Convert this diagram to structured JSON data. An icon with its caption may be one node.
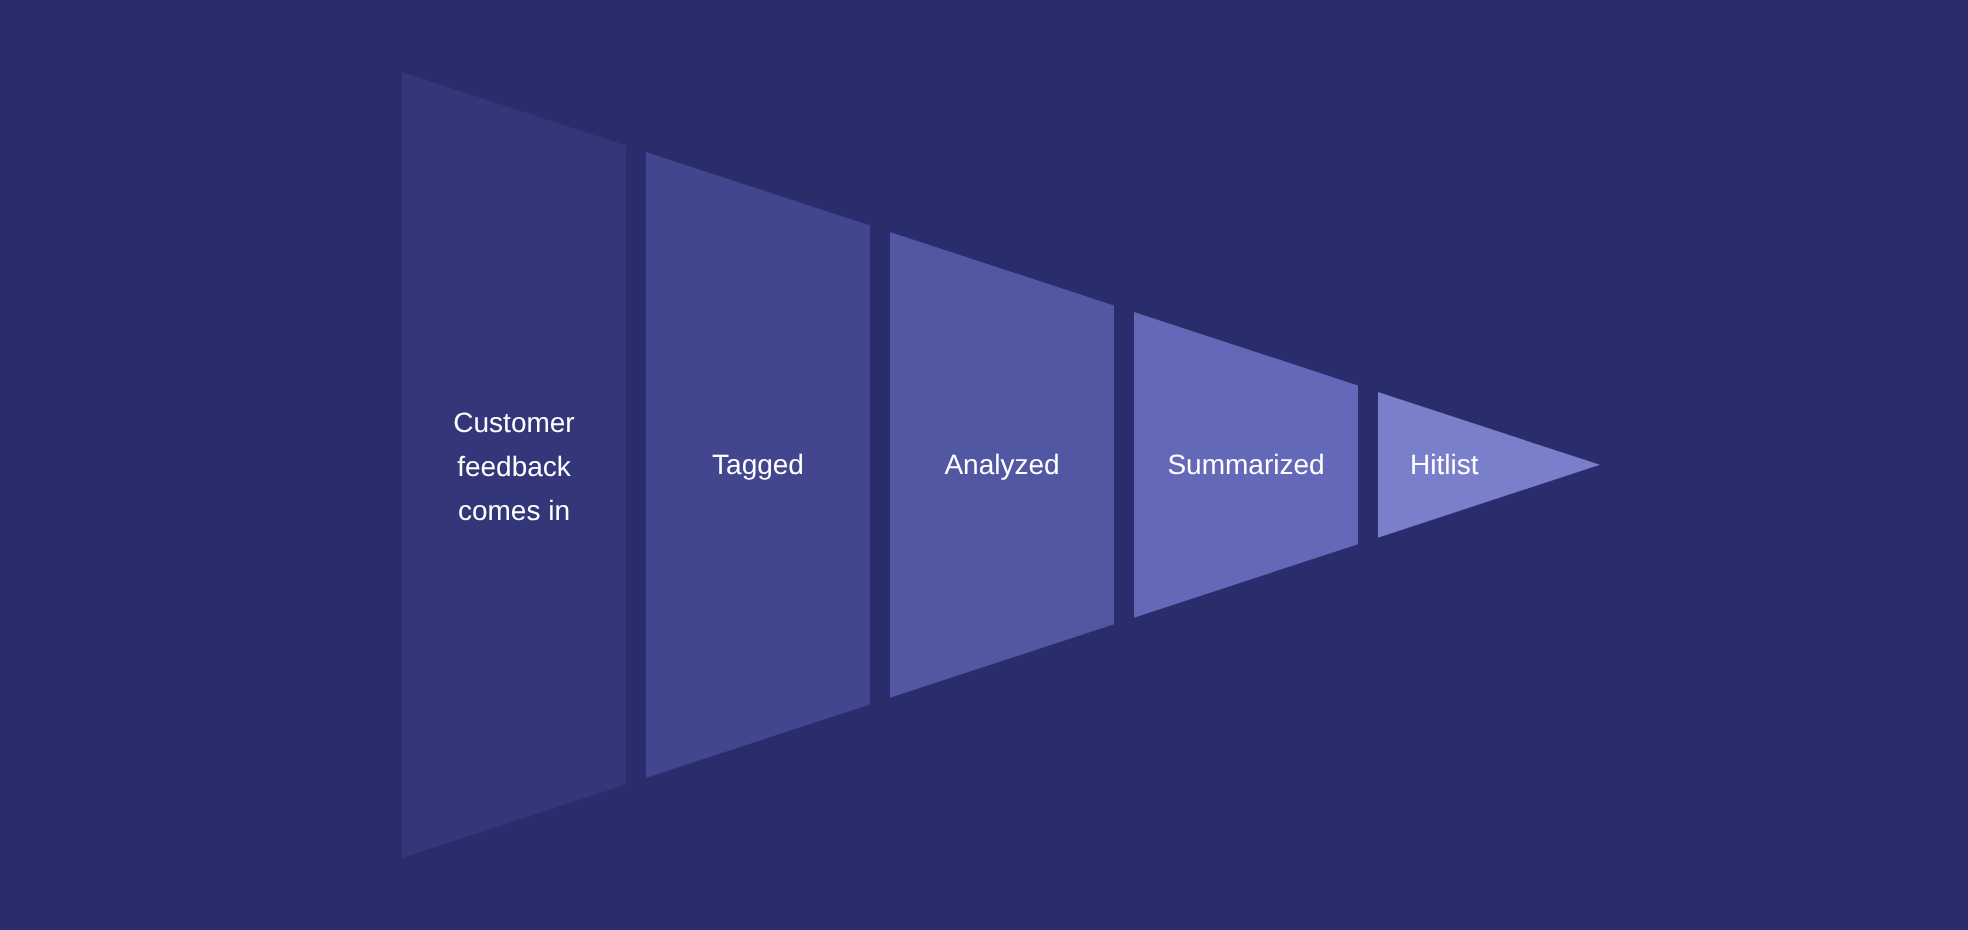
{
  "diagram": {
    "nodes": [
      {
        "text": [
          "Customer feedback comes in"
        ]
      },
      {
        "text": [
          "Tagged"
        ]
      },
      {
        "text": [
          "Analyzed"
        ]
      },
      {
        "text": [
          "Summarized"
        ]
      },
      {
        "text": [
          "Hitlist"
        ]
      }
    ]
  }
}
